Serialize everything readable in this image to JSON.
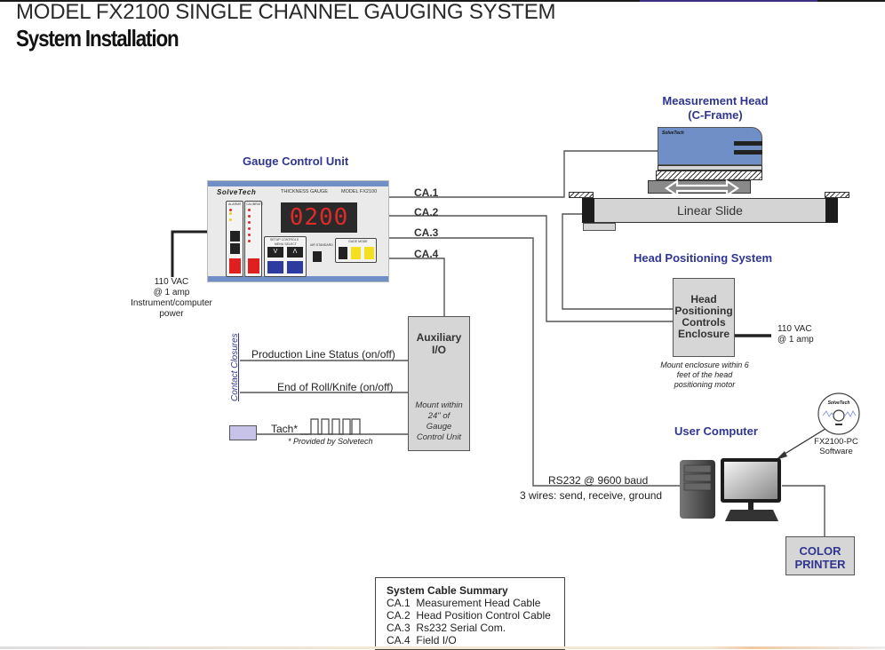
{
  "header": {
    "title": "MODEL FX2100 SINGLE CHANNEL GAUGING SYSTEM",
    "subtitle": "System Installation"
  },
  "gauge_control_unit": {
    "heading": "Gauge Control Unit",
    "brand": "SolveTech",
    "panel_title": "THICKNESS GAUGE",
    "model": "MODEL FX2100",
    "display_value": "0200",
    "power": {
      "line1": "110 VAC",
      "line2": "@ 1 amp",
      "line3": "Instrument/computer",
      "line4": "power"
    },
    "sections": {
      "alarms": "ALARMS",
      "calibrate": "CALIBRATE",
      "setup_controls": "SETUP CONTROLS",
      "menu_select": "MENU SELECT",
      "air_standard": "AIR STANDARD",
      "gage_mode": "GAGE MODE"
    }
  },
  "cables": {
    "ca1": "CA.1",
    "ca2": "CA.2",
    "ca3": "CA.3",
    "ca4": "CA.4"
  },
  "measurement_head": {
    "heading_line1": "Measurement Head",
    "heading_line2": "(C-Frame)",
    "linear_slide": "Linear Slide"
  },
  "head_positioning": {
    "heading": "Head Positioning System",
    "enclosure_lines": [
      "Head",
      "Positioning",
      "Controls",
      "Enclosure"
    ],
    "power_line1": "110 VAC",
    "power_line2": "@ 1 amp",
    "note_lines": [
      "Mount enclosure within 6",
      "feet of the head",
      "positioning motor"
    ]
  },
  "auxiliary_io": {
    "title_line1": "Auxiliary",
    "title_line2": "I/O",
    "note_lines": [
      "Mount within",
      "24\" of",
      "Gauge",
      "Control Unit"
    ],
    "contact_closures_label": "Contact Closures",
    "inputs": [
      "Production Line Status (on/off)",
      "End of Roll/Knife (on/off)"
    ],
    "tach_label": "Tach*",
    "tach_footnote": "*  Provided by Solvetech"
  },
  "user_computer": {
    "heading": "User Computer",
    "rs232_line1": "RS232 @ 9600 baud",
    "rs232_line2": "3 wires:  send, receive, ground",
    "software_line1": "FX2100-PC",
    "software_line2": "Software",
    "printer_line1": "COLOR",
    "printer_line2": "PRINTER"
  },
  "cable_summary": {
    "heading": "System Cable Summary",
    "rows": [
      {
        "id": "CA.1",
        "desc": "Measurement Head Cable"
      },
      {
        "id": "CA.2",
        "desc": "Head Position Control Cable"
      },
      {
        "id": "CA.3",
        "desc": "Rs232 Serial Com."
      },
      {
        "id": "CA.4",
        "desc": "Field I/O"
      }
    ]
  },
  "colors": {
    "heading_blue": "#2f3590",
    "panel_blue": "#6f8fc6",
    "display_red": "#e02a2a",
    "box_gray": "#d6d6d6"
  }
}
